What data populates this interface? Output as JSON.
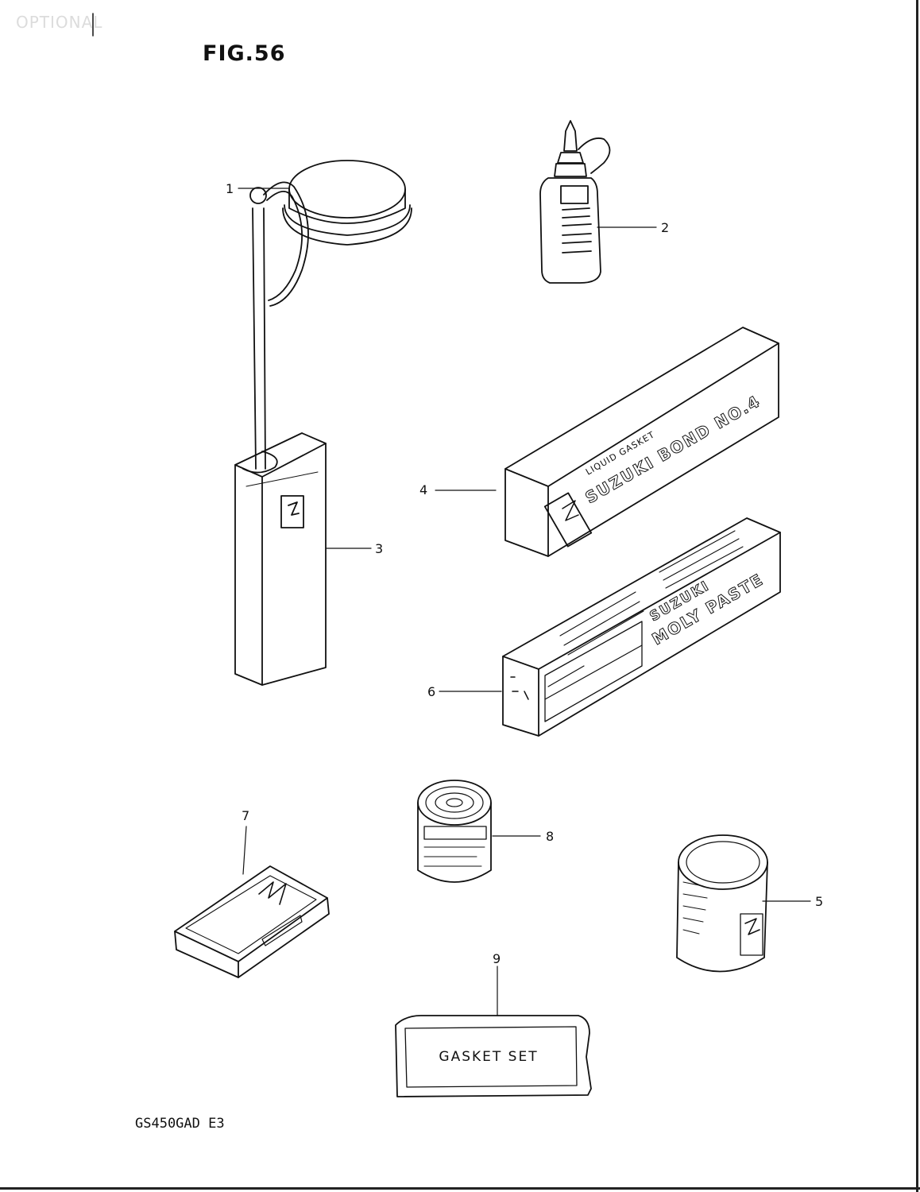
{
  "header": {
    "optional_label": "OPTIONAL",
    "figure_title": "FIG.56"
  },
  "footer": {
    "model_code": "GS450GAD E3"
  },
  "callouts": {
    "c1": "1",
    "c2": "2",
    "c3": "3",
    "c4": "4",
    "c5": "5",
    "c6": "6",
    "c7": "7",
    "c8": "8",
    "c9": "9"
  },
  "labels": {
    "bond_small": "LIQUID GASKET",
    "bond_main": "SUZUKI BOND NO.4",
    "moly_line1": "SUZUKI",
    "moly_line2": "MOLY PASTE",
    "gasket_set": "GASKET SET"
  },
  "colors": {
    "ink": "#111111",
    "paper": "#ffffff"
  }
}
